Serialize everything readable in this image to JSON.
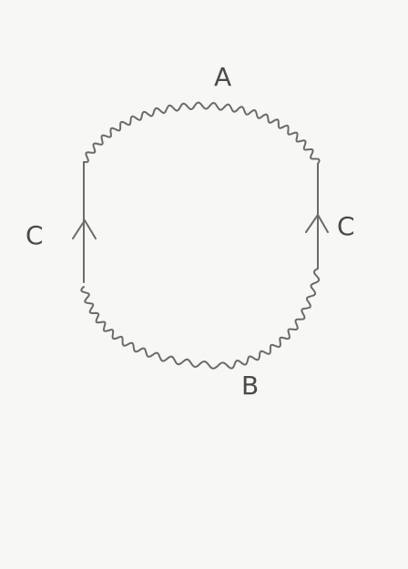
{
  "labels": {
    "top": "A",
    "bottom": "B",
    "left": "C",
    "right": "C"
  },
  "colors": {
    "paper": "#f7f7f5",
    "pencil": "#6b6b6b"
  }
}
